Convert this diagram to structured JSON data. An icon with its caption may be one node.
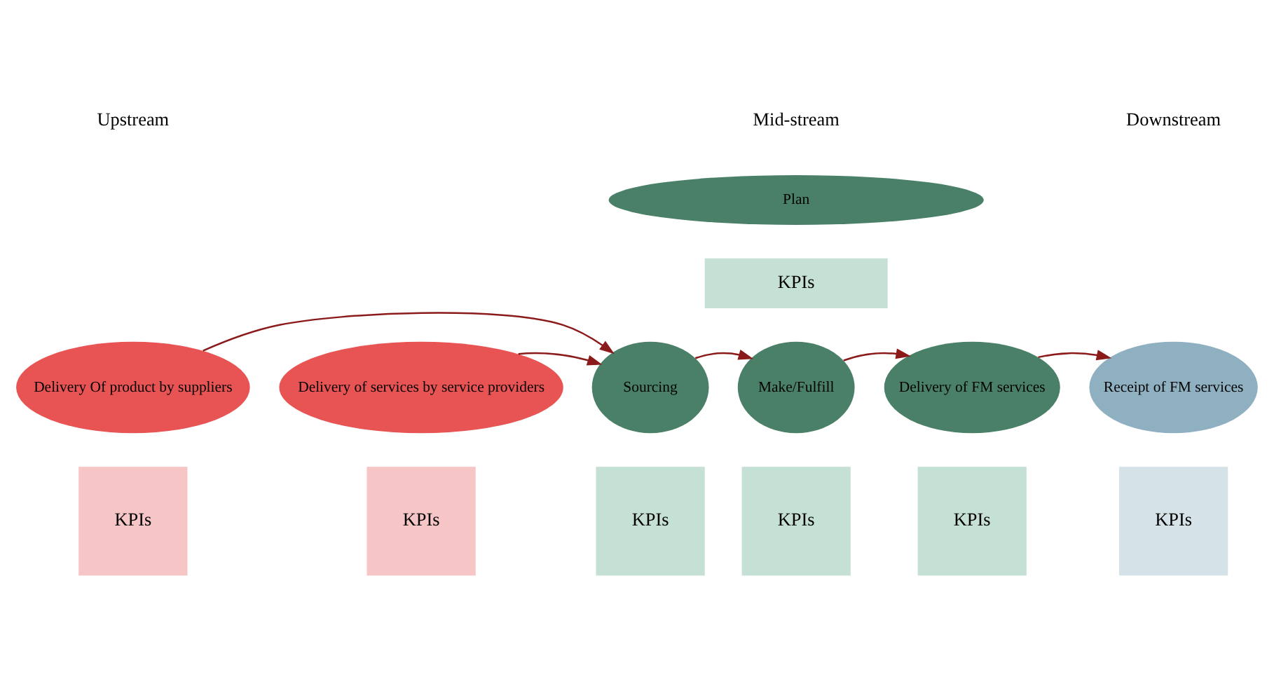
{
  "diagram": {
    "nodes": [
      {
        "text": [
          "Plan"
        ]
      },
      {
        "text": [
          "KPIs"
        ]
      },
      {
        "text": [
          "Delivery Of product by suppliers"
        ]
      },
      {
        "text": [
          "Delivery of services by service providers"
        ]
      },
      {
        "text": [
          "Sourcing"
        ]
      },
      {
        "text": [
          "Make/Fulfill"
        ]
      },
      {
        "text": [
          "Delivery of FM services"
        ]
      },
      {
        "text": [
          "Receipt of FM services"
        ]
      },
      {
        "text": [
          "KPIs"
        ]
      },
      {
        "text": [
          "KPIs"
        ]
      },
      {
        "text": [
          "KPIs"
        ]
      },
      {
        "text": [
          "KPIs"
        ]
      },
      {
        "text": [
          "KPIs"
        ]
      },
      {
        "text": [
          "KPIs"
        ]
      }
    ],
    "edges": [
      {
        "from": 2,
        "to": 4,
        "arrow": "to"
      },
      {
        "from": 3,
        "to": 4,
        "arrow": "to"
      },
      {
        "from": 4,
        "to": 5,
        "arrow": "to"
      },
      {
        "from": 5,
        "to": 6,
        "arrow": "to"
      },
      {
        "from": 6,
        "to": 7,
        "arrow": "to"
      }
    ],
    "labels": [
      "Upstream",
      "Mid-stream",
      "Downstream"
    ]
  }
}
